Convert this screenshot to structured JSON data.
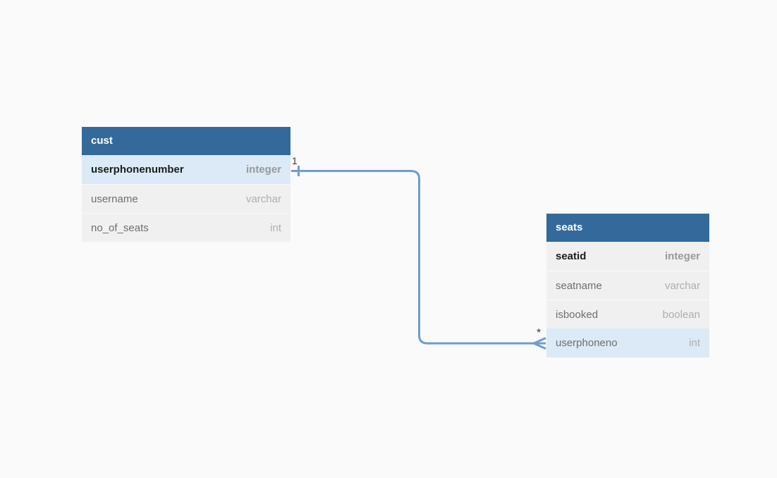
{
  "canvas": {
    "background_color": "#fafafa",
    "table_header_color": "#336a9b",
    "table_row_color": "#f0f0f0",
    "highlight_row_color": "#dbeaf6",
    "connector_color": "#6c9dd3"
  },
  "tables": [
    {
      "name": "cust",
      "columns": [
        {
          "name": "userphonenumber",
          "type": "integer",
          "primary_key": true,
          "highlighted": true
        },
        {
          "name": "username",
          "type": "varchar",
          "primary_key": false,
          "highlighted": false
        },
        {
          "name": "no_of_seats",
          "type": "int",
          "primary_key": false,
          "highlighted": false
        }
      ]
    },
    {
      "name": "seats",
      "columns": [
        {
          "name": "seatid",
          "type": "integer",
          "primary_key": true,
          "highlighted": false
        },
        {
          "name": "seatname",
          "type": "varchar",
          "primary_key": false,
          "highlighted": false
        },
        {
          "name": "isbooked",
          "type": "boolean",
          "primary_key": false,
          "highlighted": false
        },
        {
          "name": "userphoneno",
          "type": "int",
          "primary_key": false,
          "highlighted": true
        }
      ]
    }
  ],
  "relationship": {
    "from_table": "cust",
    "from_column": "userphonenumber",
    "from_cardinality": "1",
    "to_table": "seats",
    "to_column": "userphoneno",
    "to_cardinality": "*"
  }
}
